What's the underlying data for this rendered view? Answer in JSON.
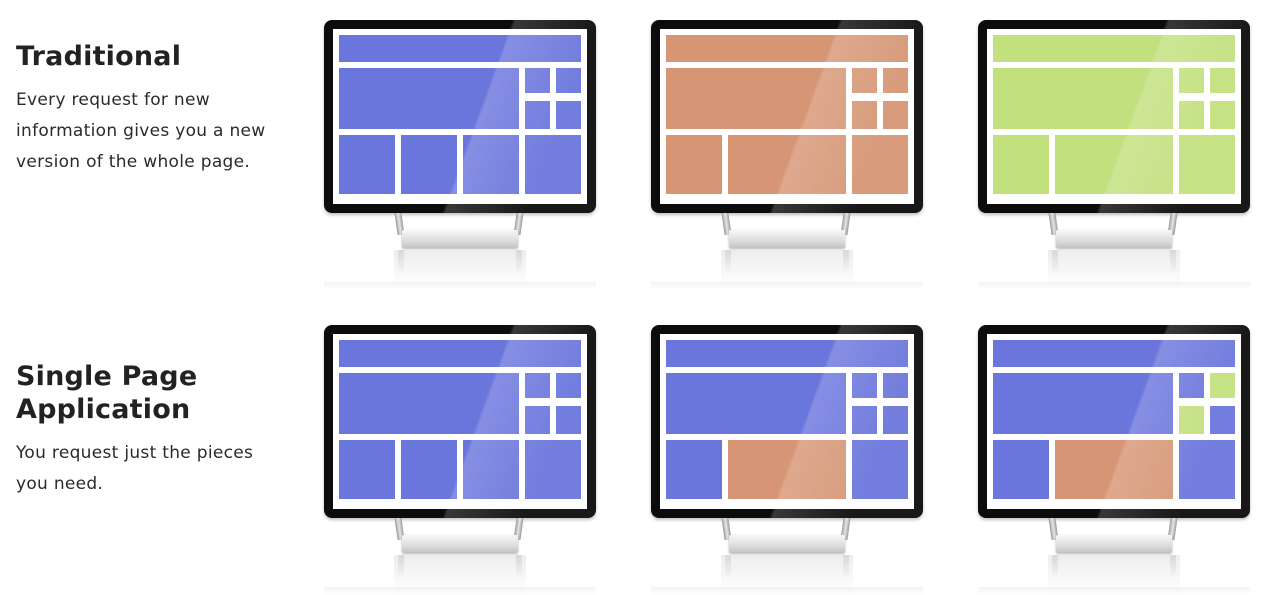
{
  "colors": {
    "blue": "#6b76dc",
    "orange": "#d69675",
    "green": "#c2e07e"
  },
  "traditional": {
    "title": "Traditional",
    "description_lines": [
      "Every request for new",
      "information gives you a new",
      "version of the whole page."
    ],
    "monitors": [
      {
        "layout": "a",
        "tiles": {
          "header": "blue",
          "main": "blue",
          "s1": "blue",
          "s2": "blue",
          "s3": "blue",
          "s4": "blue",
          "b1": "blue",
          "b2": "blue",
          "b3": "blue",
          "b4": "blue"
        }
      },
      {
        "layout": "b",
        "tiles": {
          "header": "orange",
          "main": "orange",
          "s1": "orange",
          "s2": "orange",
          "s3": "orange",
          "s4": "orange",
          "b1": "orange",
          "b2": "orange",
          "b3": "orange"
        }
      },
      {
        "layout": "b",
        "tiles": {
          "header": "green",
          "main": "green",
          "s1": "green",
          "s2": "green",
          "s3": "green",
          "s4": "green",
          "b1": "green",
          "b2": "green",
          "b3": "green"
        }
      }
    ]
  },
  "spa": {
    "title_lines": [
      "Single Page",
      "Application"
    ],
    "description_lines": [
      "You request just the pieces",
      "you need."
    ],
    "monitors": [
      {
        "layout": "a",
        "tiles": {
          "header": "blue",
          "main": "blue",
          "s1": "blue",
          "s2": "blue",
          "s3": "blue",
          "s4": "blue",
          "b1": "blue",
          "b2": "blue",
          "b3": "blue",
          "b4": "blue"
        }
      },
      {
        "layout": "b",
        "tiles": {
          "header": "blue",
          "main": "blue",
          "s1": "blue",
          "s2": "blue",
          "s3": "blue",
          "s4": "blue",
          "b1": "blue",
          "b2": "orange",
          "b3": "blue"
        }
      },
      {
        "layout": "b",
        "tiles": {
          "header": "blue",
          "main": "blue",
          "s1": "blue",
          "s2": "green",
          "s3": "green",
          "s4": "blue",
          "b1": "blue",
          "b2": "orange",
          "b3": "blue"
        }
      }
    ]
  }
}
